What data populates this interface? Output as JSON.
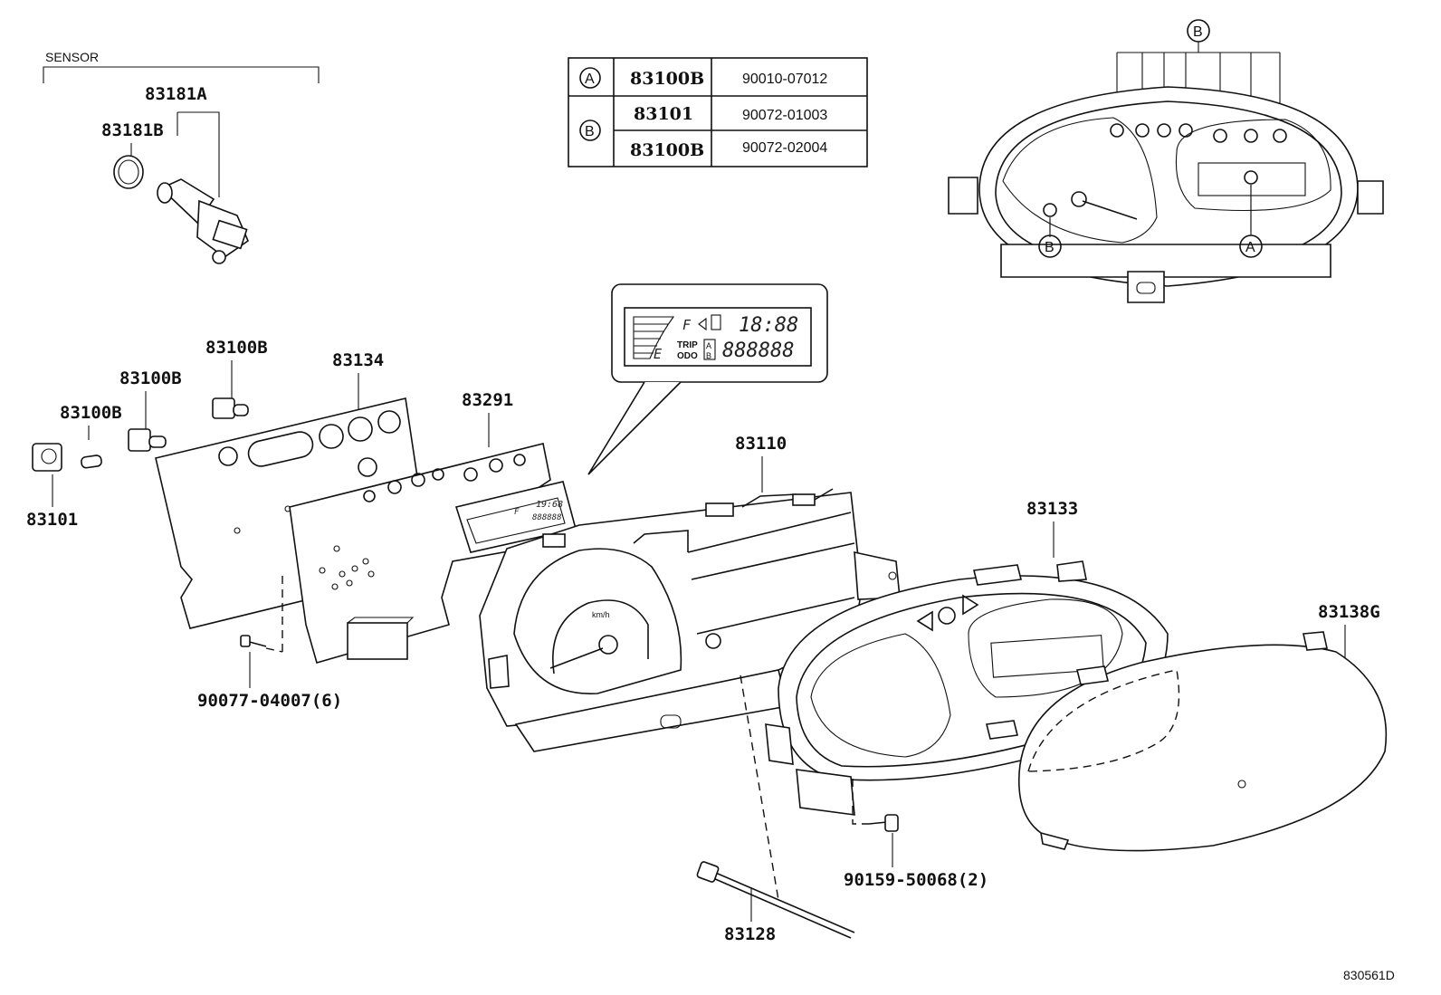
{
  "header": {
    "sensor_group": "SENSOR"
  },
  "labels": {
    "p83181A": "83181A",
    "p83181B": "83181B",
    "p83100B_1": "83100B",
    "p83100B_2": "83100B",
    "p83100B_3": "83100B",
    "p83101": "83101",
    "p83134": "83134",
    "p83291": "83291",
    "p83110": "83110",
    "p83133": "83133",
    "p83138G": "83138G",
    "p90077": "90077-04007(6)",
    "p90159": "90159-50068(2)",
    "p83128": "83128"
  },
  "table": {
    "rows": [
      {
        "marker": "A",
        "part": "83100B",
        "number": "90010-07012"
      },
      {
        "marker": "B",
        "part": "83101",
        "number": "90072-01003"
      },
      {
        "marker": "",
        "part": "83100B",
        "number": "90072-02004"
      }
    ]
  },
  "callouts": {
    "a": "A",
    "b": "B"
  },
  "lcd": {
    "fuel_full": "F",
    "fuel_empty": "E",
    "clock": "18:88",
    "trip": "TRIP",
    "odo": "ODO",
    "odo_digits": "888888",
    "mode_a": "A",
    "mode_b": "B",
    "small_clock": "19:68",
    "small_digits": "888888"
  },
  "gauge": {
    "unit": "km/h"
  },
  "footer": {
    "diagram_id": "830561D"
  }
}
